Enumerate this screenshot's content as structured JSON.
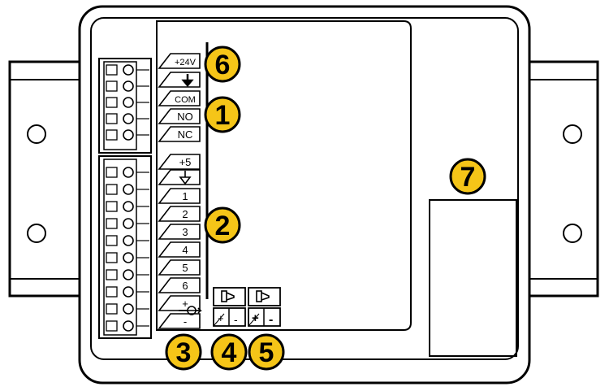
{
  "colors": {
    "outline": "#000000",
    "background": "#ffffff",
    "badge_fill": "#f5c518",
    "badge_stroke": "#000000"
  },
  "terminals": {
    "top_group": [
      "+24V",
      "",
      "COM",
      "NO",
      "NC"
    ],
    "io_group": [
      "+5",
      "",
      "1",
      "2",
      "3",
      "4",
      "5",
      "6",
      "+",
      "-"
    ]
  },
  "symbols": {
    "ground_icon": "ground-arrow-icon",
    "input_ground_icon": "open-ground-icon",
    "led_icon": "led-arrow-icon",
    "speaker_icon": "speaker-icon"
  },
  "speaker_blocks": [
    {
      "pos_label": "+",
      "neg_label": "-"
    },
    {
      "pos_label": "+",
      "neg_label": "-"
    }
  ],
  "badges": {
    "b1": "1",
    "b2": "2",
    "b3": "3",
    "b4": "4",
    "b5": "5",
    "b6": "6",
    "b7": "7"
  }
}
